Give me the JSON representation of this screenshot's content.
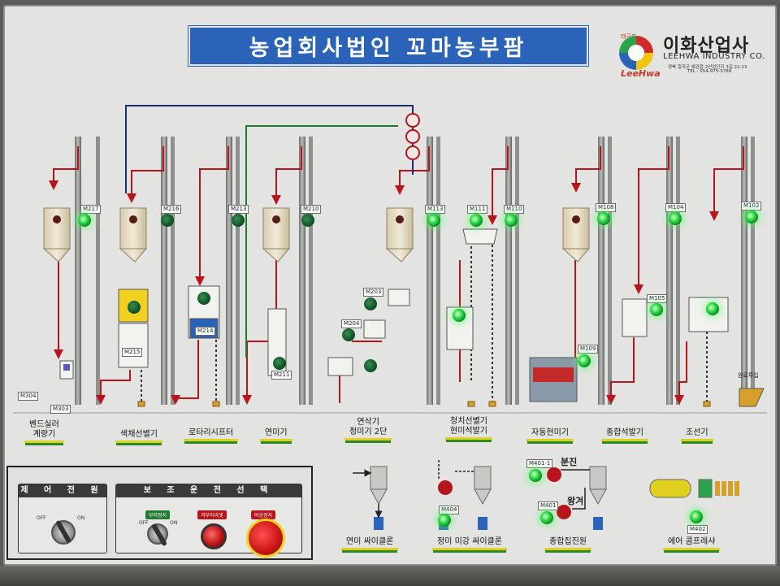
{
  "title": "농업회사법인 꼬마농부팜",
  "logo": {
    "mark": "태극표",
    "ko": "이화산업사",
    "en": "LEEHWA INDUSTRY CO.",
    "address": "경북 칠곡군 왜관읍 2산업단지 3길 22-23",
    "tel": "TEL : 054-975-5789",
    "brand": "LeeHwa"
  },
  "colors": {
    "title_bar": "#2a63b8",
    "lamp_on": "#35e04a",
    "lamp_off": "#0f5a2a",
    "line_red": "#b8141a",
    "line_blue": "#1c2c7a",
    "line_green": "#1f7a32",
    "emergency": "#d01818"
  },
  "motor_tags": {
    "m304": "M304",
    "m303": "M303",
    "m217": "M217",
    "m216": "M216",
    "m215": "M215",
    "m214": "M214",
    "m213": "M213",
    "m210": "M210",
    "m211": "M211",
    "m203": "M203",
    "m204": "M204",
    "m113": "M113",
    "m111": "M111",
    "m110": "M110",
    "m109": "M109",
    "m108": "M108",
    "m105": "M105",
    "m104": "M104",
    "m102": "M102",
    "m404": "M404",
    "m401_1": "M401-1",
    "m401": "M401",
    "m402": "M402",
    "hopper_mark": "원료투입"
  },
  "lamps": [
    {
      "id": "m217",
      "state": "on"
    },
    {
      "id": "m216",
      "state": "off"
    },
    {
      "id": "m213",
      "state": "off"
    },
    {
      "id": "m210",
      "state": "off"
    },
    {
      "id": "m113",
      "state": "on"
    },
    {
      "id": "m111",
      "state": "on"
    },
    {
      "id": "m110",
      "state": "on"
    },
    {
      "id": "m108",
      "state": "on"
    },
    {
      "id": "m104",
      "state": "on"
    },
    {
      "id": "m102",
      "state": "on"
    },
    {
      "id": "m215",
      "state": "off"
    },
    {
      "id": "m214",
      "state": "off"
    },
    {
      "id": "m211",
      "state": "off"
    },
    {
      "id": "m203",
      "state": "off"
    },
    {
      "id": "m204",
      "state": "off"
    },
    {
      "id": "m204b",
      "state": "off"
    },
    {
      "id": "m112",
      "state": "on"
    },
    {
      "id": "m109",
      "state": "on"
    },
    {
      "id": "m105",
      "state": "on"
    },
    {
      "id": "m103",
      "state": "on"
    },
    {
      "id": "m404",
      "state": "on"
    },
    {
      "id": "m401_1",
      "state": "on"
    },
    {
      "id": "m401",
      "state": "on"
    },
    {
      "id": "m402",
      "state": "on"
    }
  ],
  "machines": {
    "bend_sealer": {
      "line1": "벤드실러",
      "line2": "계량기"
    },
    "color_sorter": "색채선별기",
    "rotary_sifter": "로타리시프터",
    "polisher": "연미기",
    "huller": {
      "line1": "연삭기",
      "line2": "정미기 2단"
    },
    "sorter": {
      "line1": "청치선별기",
      "line2": "현미석발기"
    },
    "auto_huller": "자동현미기",
    "stone_remover": "종합석발기",
    "pre_cleaner": "조선기"
  },
  "aux": {
    "polish_cyclone": "연미 싸이클론",
    "bran_cyclone": "정미 미강 싸이클론",
    "dust_collector": "종합집진원",
    "chaff_label": "왕겨",
    "mixed_label": "분진",
    "air_compressor": "에어 콤프레샤"
  },
  "control": {
    "power_title": "제 어 전 원",
    "aux_title": "보 조 운 전 선 택",
    "off": "OFF",
    "on": "ON",
    "partial_stop": "부저정지",
    "overload_reset": "과부하리셋",
    "emergency_stop": "비상정지"
  }
}
